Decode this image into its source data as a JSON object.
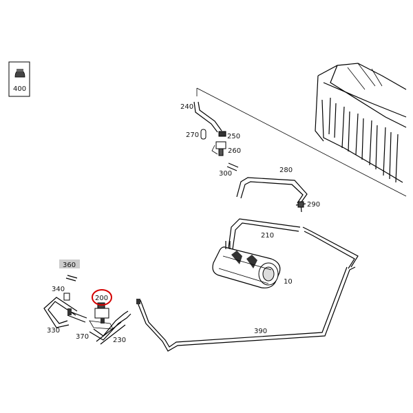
{
  "parts": {
    "p400": "400",
    "p240": "240",
    "p270": "270",
    "p250": "250",
    "p260": "260",
    "p300": "300",
    "p280": "280",
    "p290": "290",
    "p210": "210",
    "p10": "10",
    "p360": "360",
    "p340": "340",
    "p200": "200",
    "p330": "330",
    "p370": "370",
    "p230": "230",
    "p390": "390"
  },
  "highlight": {
    "part": "200",
    "color": "#d40000"
  },
  "inactive_label_bg": "#cccccc"
}
